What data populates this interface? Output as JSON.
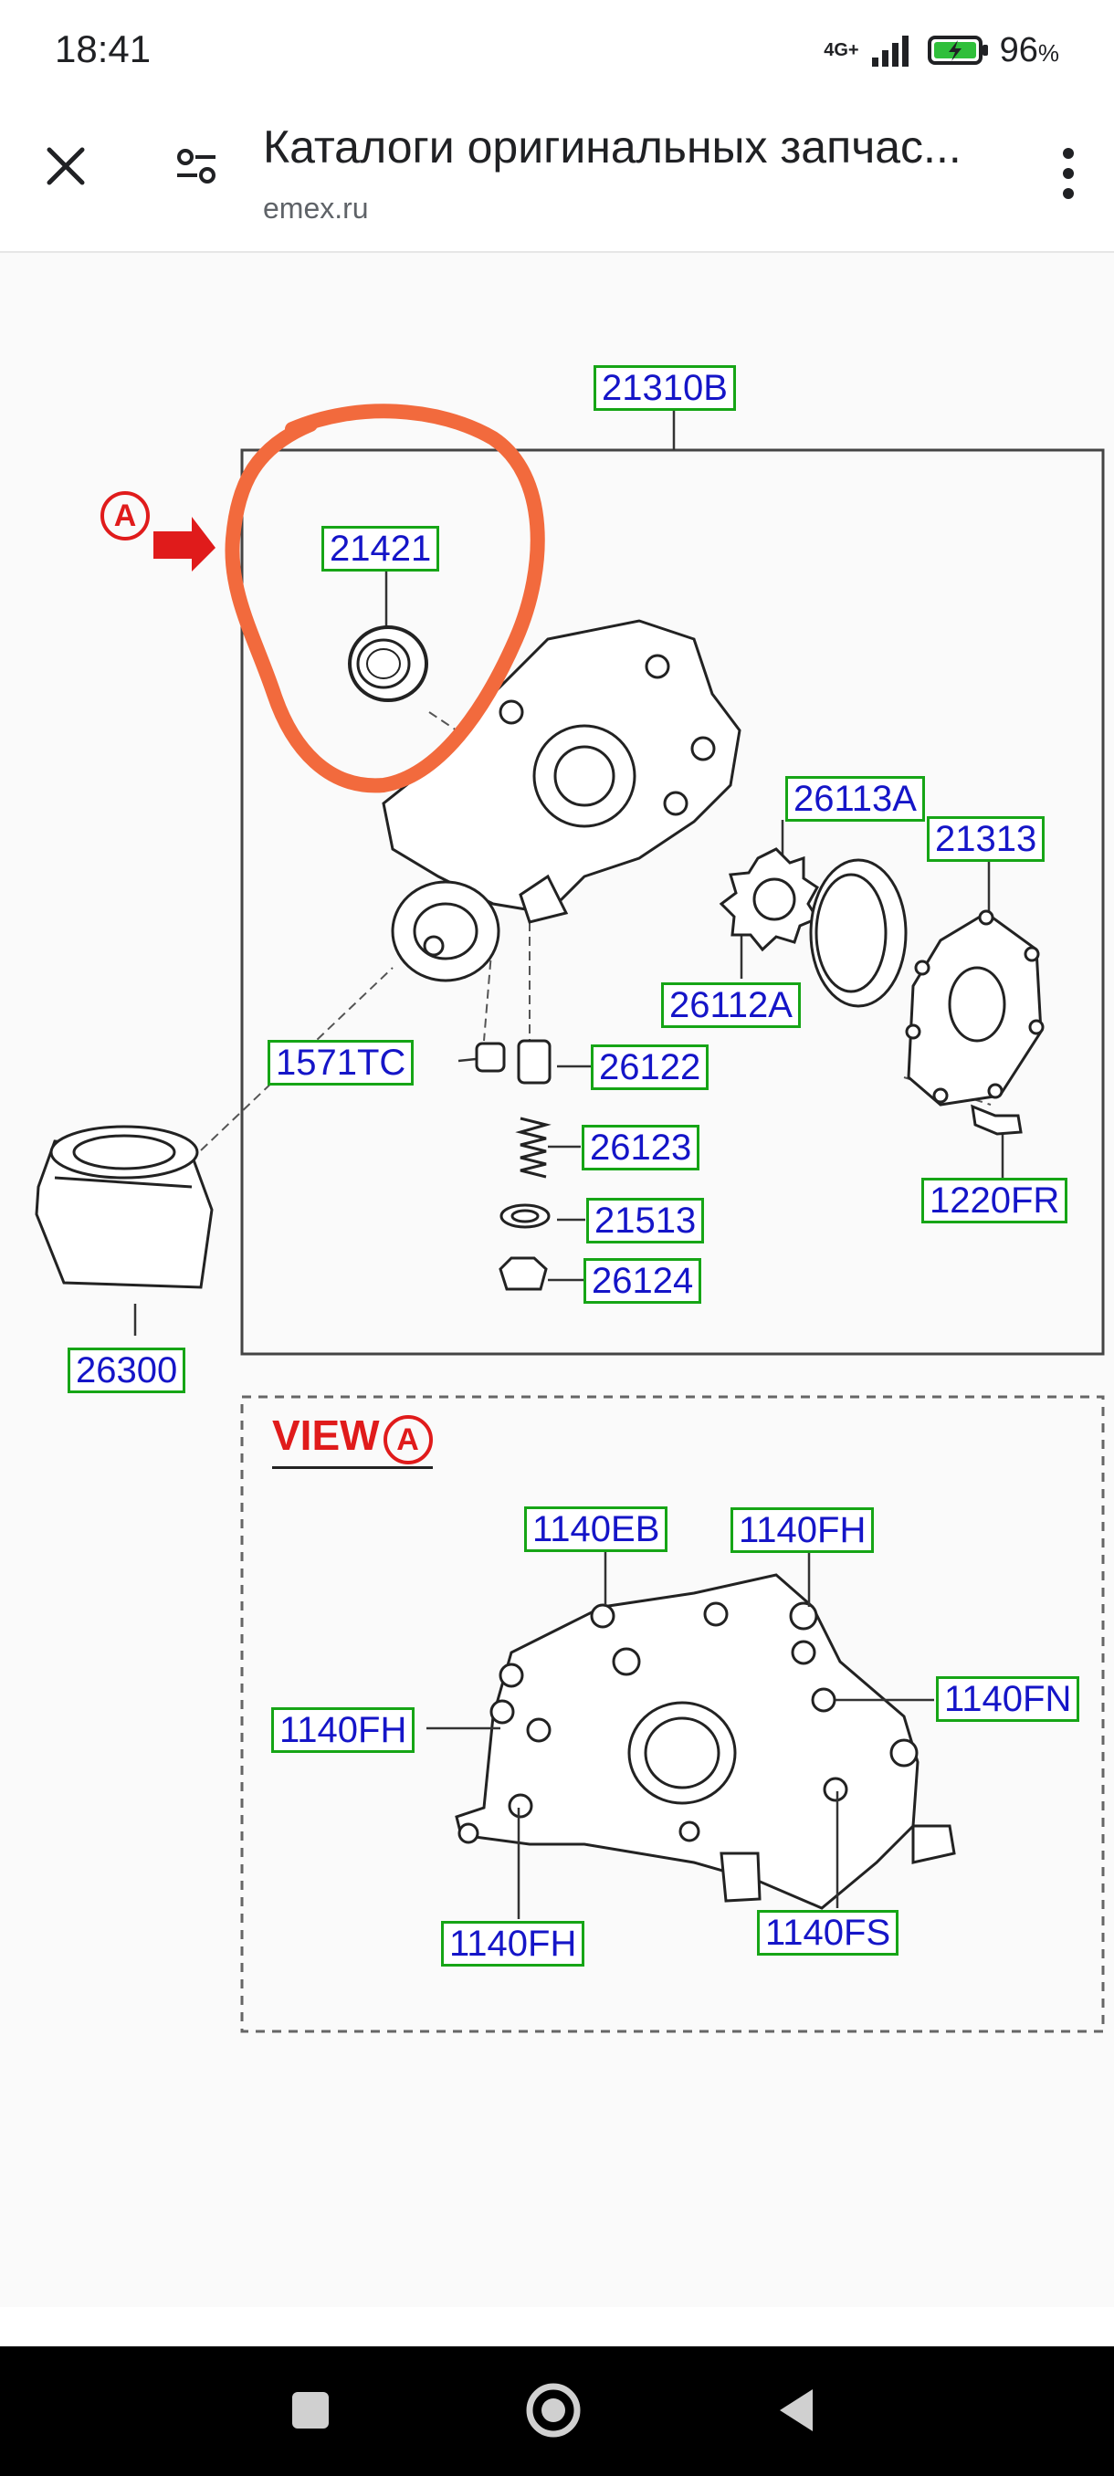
{
  "status_bar": {
    "time": "18:41",
    "network": "4G+",
    "battery": "96",
    "battery_unit": "%"
  },
  "browser": {
    "page_title": "Каталоги оригинальных запчас...",
    "url": "emex.ru"
  },
  "diagram": {
    "labels": {
      "assembly": "21310B",
      "seal": "21421",
      "gear_outer": "26113A",
      "cover": "21313",
      "gear_inner": "26112A",
      "bolt_top": "1571TC",
      "plunger": "26122",
      "spring": "26123",
      "gasket": "21513",
      "plug": "26124",
      "screw": "1220FR",
      "filter": "26300",
      "bolt_eb": "1140EB",
      "bolt_fh_top": "1140FH",
      "bolt_fn": "1140FN",
      "bolt_fh_left": "1140FH",
      "bolt_fs": "1140FS",
      "bolt_fh_bottom": "1140FH"
    },
    "view_label": "VIEW",
    "view_marker": "A",
    "arrow_marker": "A"
  },
  "colors": {
    "label_border": "#16a516",
    "label_text": "#1515c8",
    "annotation_red": "#e01b1b",
    "highlight_orange": "#f26a3d"
  },
  "icons": {
    "close": "close-icon",
    "tune": "tune-icon",
    "more": "more-vert-icon",
    "nav_recents": "square-icon",
    "nav_home": "circle-icon",
    "nav_back": "triangle-back-icon"
  }
}
